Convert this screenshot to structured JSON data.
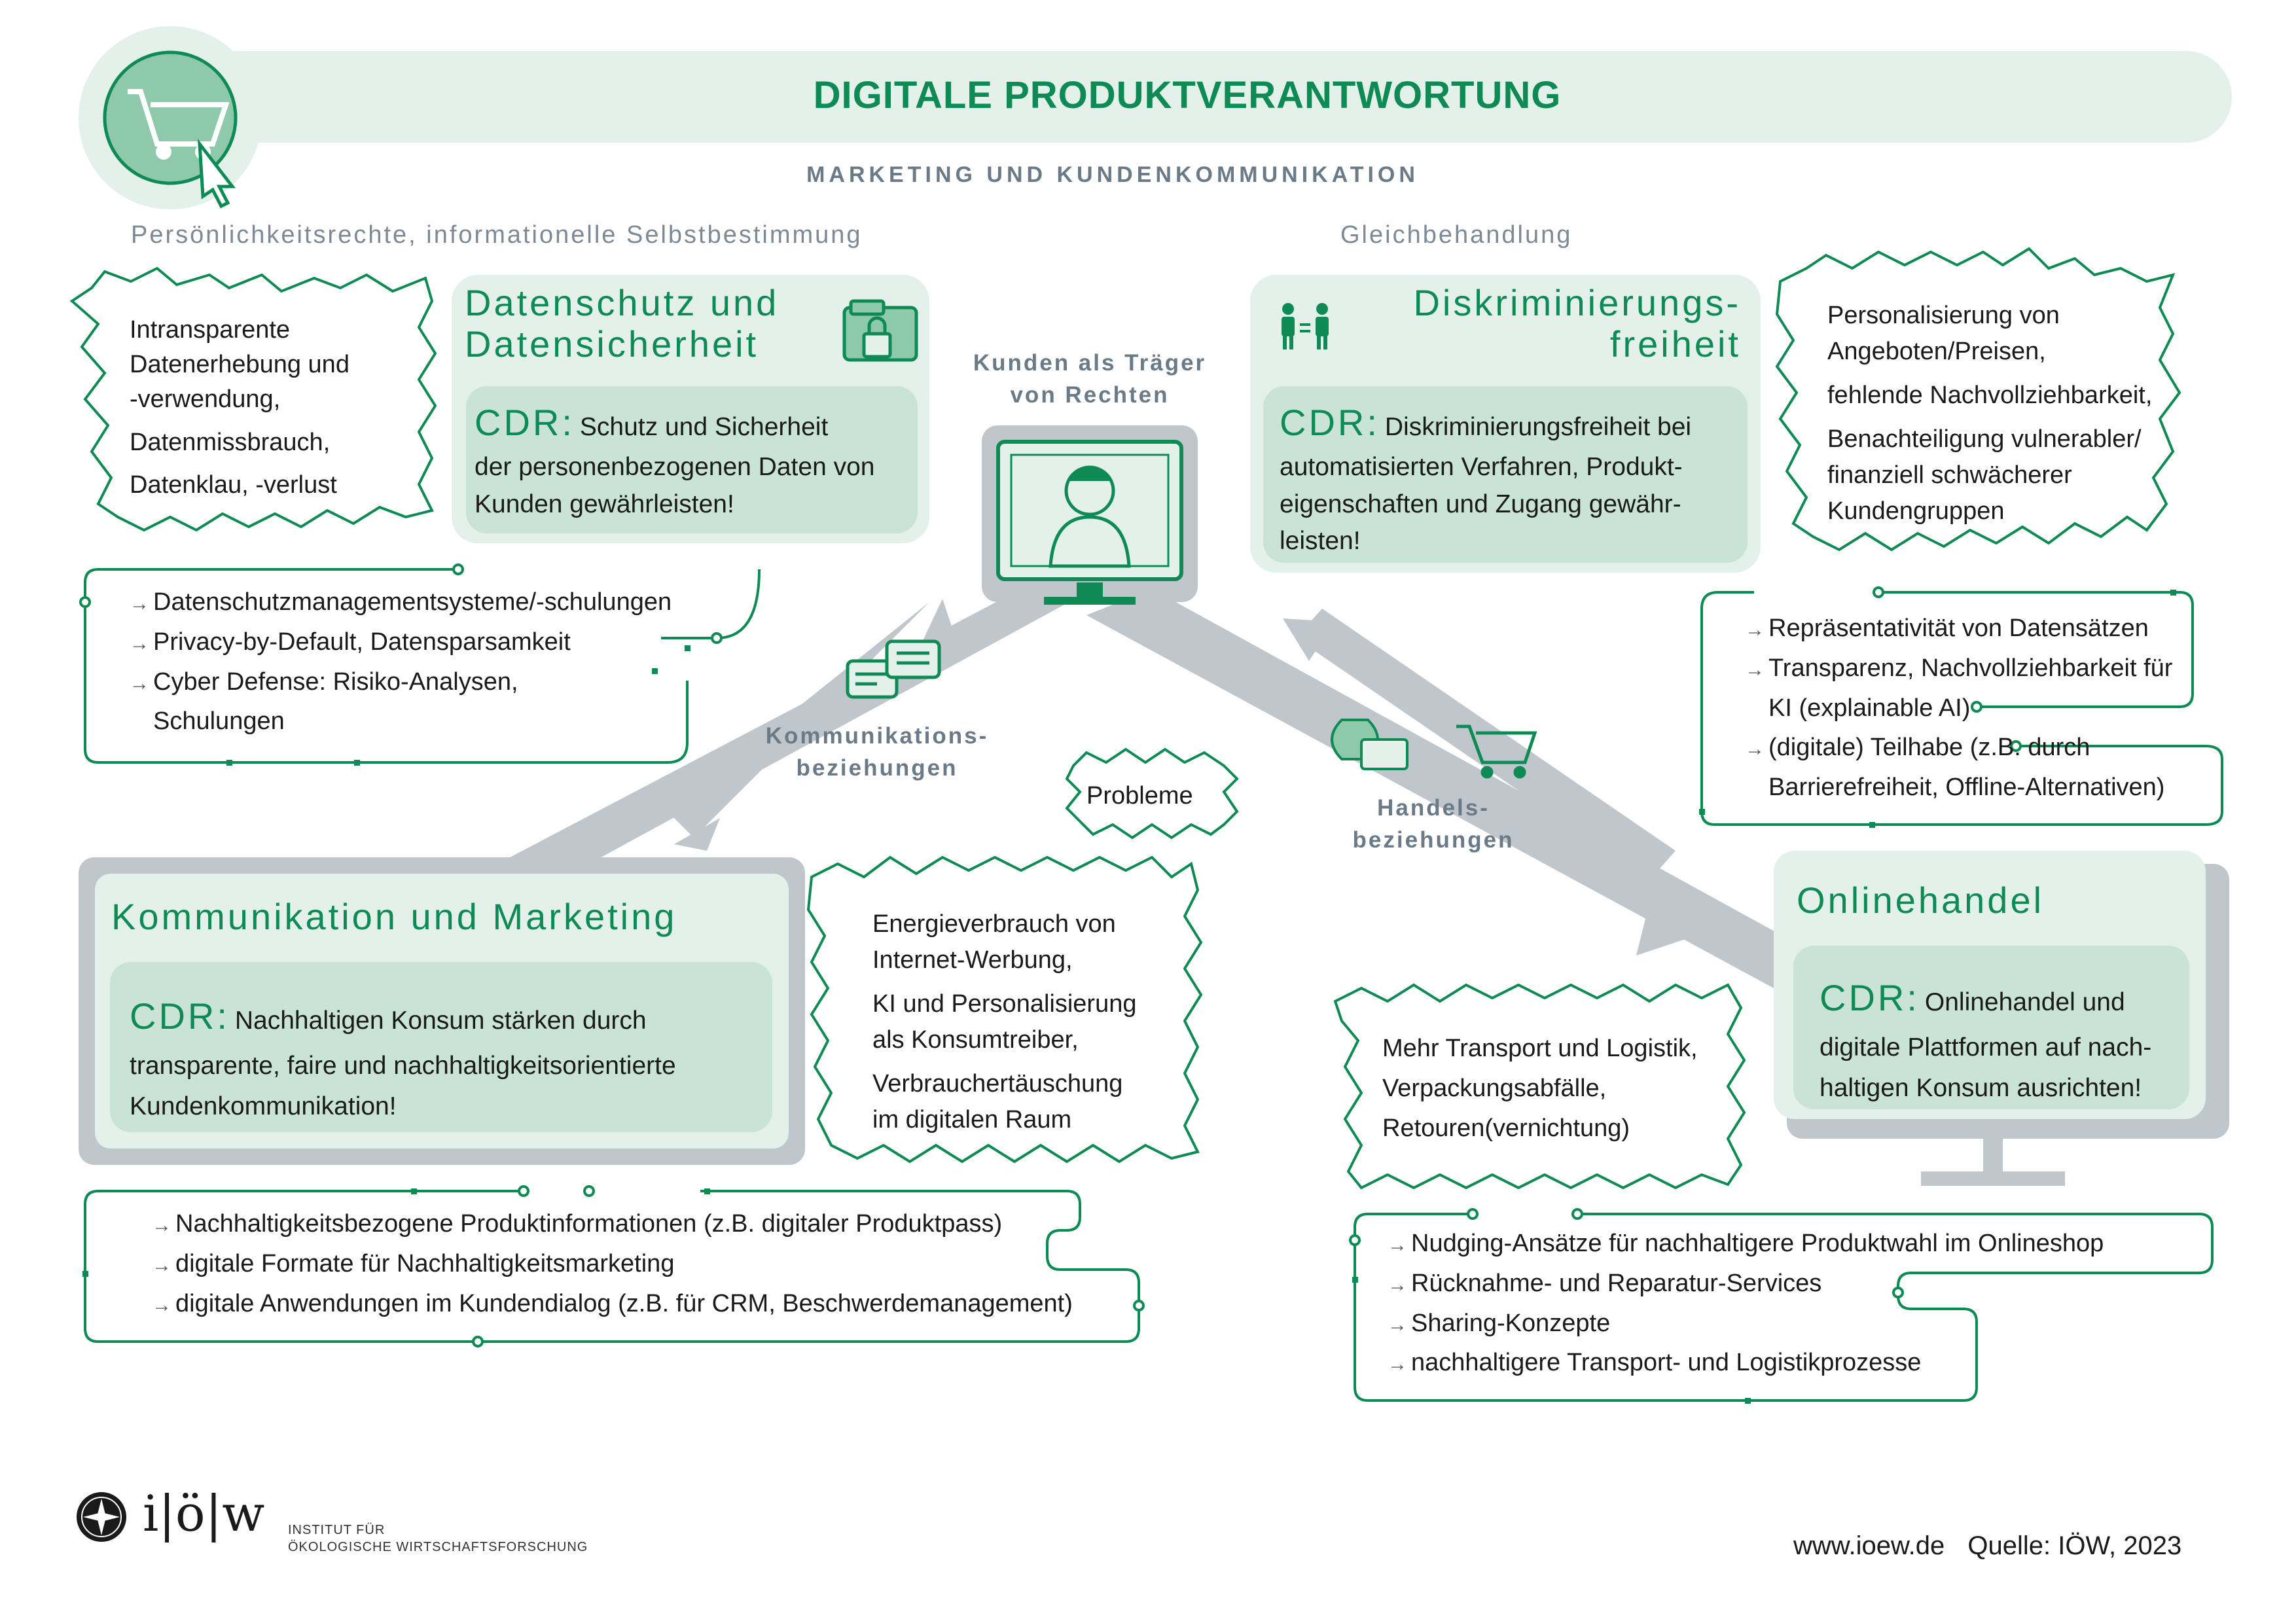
{
  "header": {
    "title": "DIGITALE PRODUKTVERANTWORTUNG",
    "subtitle": "MARKETING UND KUNDENKOMMUNIKATION",
    "icon": "shopping-cart-cursor-icon"
  },
  "sections": {
    "left_label": "Persönlichkeitsrechte, informationelle Selbstbestimmung",
    "right_label": "Gleichbehandlung"
  },
  "center": {
    "label_line1": "Kunden als Träger",
    "label_line2": "von Rechten",
    "communication_line1": "Kommunikations-",
    "communication_line2": "beziehungen",
    "trade_line1": "Handels-",
    "trade_line2": "beziehungen",
    "problems_tag": "Probleme"
  },
  "datenschutz": {
    "title_line1": "Datenschutz und",
    "title_line2": "Datensicherheit",
    "cdr_label": "CDR:",
    "cdr_line1": "Schutz und Sicherheit",
    "cdr_line2": "der personenbezogenen Daten von",
    "cdr_line3": "Kunden gewährleisten!",
    "problems": [
      "Intransparente",
      "Datenerhebung und",
      "-verwendung,",
      "Datenmissbrauch,",
      "Datenklau, -verlust"
    ],
    "measures": [
      "Datenschutzmanagementsysteme/-schulungen",
      "Privacy-by-Default, Datensparsamkeit",
      "Cyber Defense: Risiko-Analysen, Schulungen"
    ]
  },
  "diskriminierung": {
    "title_line1": "Diskriminierungs-",
    "title_line2": "freiheit",
    "cdr_label": "CDR:",
    "cdr_line1": "Diskriminierungsfreiheit bei",
    "cdr_line2": "automatisierten Verfahren, Produkt-",
    "cdr_line3": "eigenschaften und Zugang gewähr-",
    "cdr_line4": "leisten!",
    "problems": [
      "Personalisierung von",
      "Angeboten/Preisen,",
      "fehlende Nachvollziehbarkeit,",
      "Benachteiligung vulnerabler/",
      "finanziell schwächerer",
      "Kundengruppen"
    ],
    "measures": [
      "Repräsentativität von Datensätzen",
      "Transparenz, Nachvollziehbarkeit für KI (explainable AI)",
      "(digitale) Teilhabe (z.B. durch Barrierefreiheit, Offline-Alternativen)"
    ]
  },
  "kommunikation": {
    "title": "Kommunikation und Marketing",
    "cdr_label": "CDR:",
    "cdr_line1": "Nachhaltigen Konsum stärken durch",
    "cdr_line2": "transparente, faire und nachhaltigkeitsorientierte",
    "cdr_line3": "Kundenkommunikation!",
    "problems": [
      "Energieverbrauch von",
      "Internet-Werbung,",
      "KI und Personalisierung",
      "als Konsumtreiber,",
      "Verbrauchertäuschung",
      "im digitalen Raum"
    ],
    "measures": [
      "Nachhaltigkeitsbezogene Produktinformationen (z.B. digitaler Produktpass)",
      "digitale Formate für Nachhaltigkeitsmarketing",
      "digitale Anwendungen im Kundendialog (z.B. für CRM, Beschwerdemanagement)"
    ]
  },
  "onlinehandel": {
    "title": "Onlinehandel",
    "cdr_label": "CDR:",
    "cdr_line1": "Onlinehandel und",
    "cdr_line2": "digitale Plattformen auf nach-",
    "cdr_line3": "haltigen Konsum ausrichten!",
    "problems": [
      "Mehr Transport und Logistik,",
      "Verpackungsabfälle,",
      "Retouren(vernichtung)"
    ],
    "measures": [
      "Nudging-Ansätze für nachhaltigere Produktwahl im Onlineshop",
      "Rücknahme- und Reparatur-Services",
      "Sharing-Konzepte",
      "nachhaltigere Transport- und Logistikprozesse"
    ]
  },
  "footer": {
    "logo_letters": "i|ö|w",
    "logo_line1": "INSTITUT FÜR",
    "logo_line2": "ÖKOLOGISCHE WIRTSCHAFTSFORSCHUNG",
    "website": "www.ioew.de",
    "source": "Quelle: IÖW, 2023"
  },
  "colors": {
    "green": "#0e8a55",
    "light_green": "#e3f1ea",
    "mid_green": "#c9e4d6",
    "grey": "#bfc6cc",
    "text_grey": "#6b7a87"
  }
}
